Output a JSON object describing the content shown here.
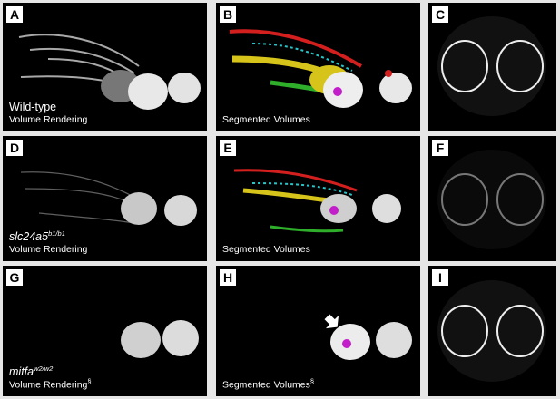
{
  "panels": {
    "A": {
      "letter": "A",
      "genotype": "Wild-type",
      "caption": "Volume Rendering"
    },
    "B": {
      "letter": "B",
      "caption": "Segmented Volumes"
    },
    "C": {
      "letter": "C"
    },
    "D": {
      "letter": "D",
      "genotype_base": "slc24a5",
      "genotype_sup": "b1/b1",
      "caption": "Volume Rendering"
    },
    "E": {
      "letter": "E",
      "caption": "Segmented Volumes"
    },
    "F": {
      "letter": "F"
    },
    "G": {
      "letter": "G",
      "genotype_base": "mitfa",
      "genotype_sup": "w2/w2",
      "caption": "Volume Rendering",
      "caption_sup": "§"
    },
    "H": {
      "letter": "H",
      "caption": "Segmented Volumes",
      "caption_sup": "§"
    },
    "I": {
      "letter": "I"
    }
  },
  "colors": {
    "panel_bg": "#000000",
    "segment_red": "#d41f1f",
    "segment_cyan": "#27c4c9",
    "segment_yellow": "#d6c41b",
    "segment_green": "#2eae2a",
    "segment_magenta": "#c21ec9"
  }
}
